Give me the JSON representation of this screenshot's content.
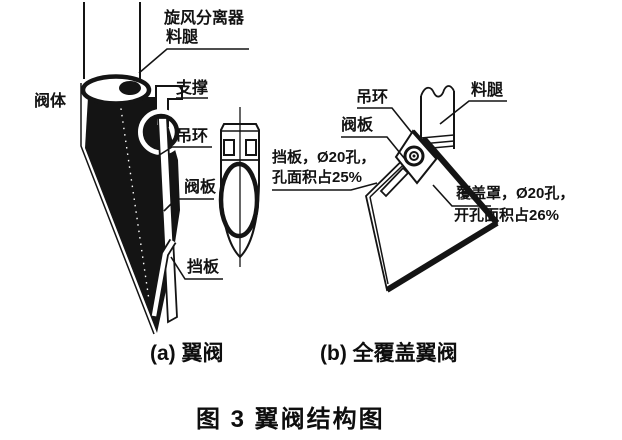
{
  "figure": {
    "caption_a": "(a) 翼阀",
    "caption_b": "(b) 全覆盖翼阀",
    "title": "图 3 翼阀结构图"
  },
  "labels_a": {
    "cyclone": "旋风分离器",
    "dipleg": "料腿",
    "valve_body": "阀体",
    "support": "支撑",
    "ring": "吊环",
    "valve_plate": "阀板",
    "baffle": "挡板"
  },
  "labels_b": {
    "ring": "吊环",
    "valve_plate": "阀板",
    "dipleg": "料腿",
    "baffle_note_line1": "挡板，Ø20孔，",
    "baffle_note_line2": "孔面积占25%",
    "cover_note_line1": "覆盖罩，Ø20孔，",
    "cover_note_line2": "开孔面积占26%"
  },
  "colors": {
    "ink": "#141414",
    "paper": "#ffffff"
  }
}
